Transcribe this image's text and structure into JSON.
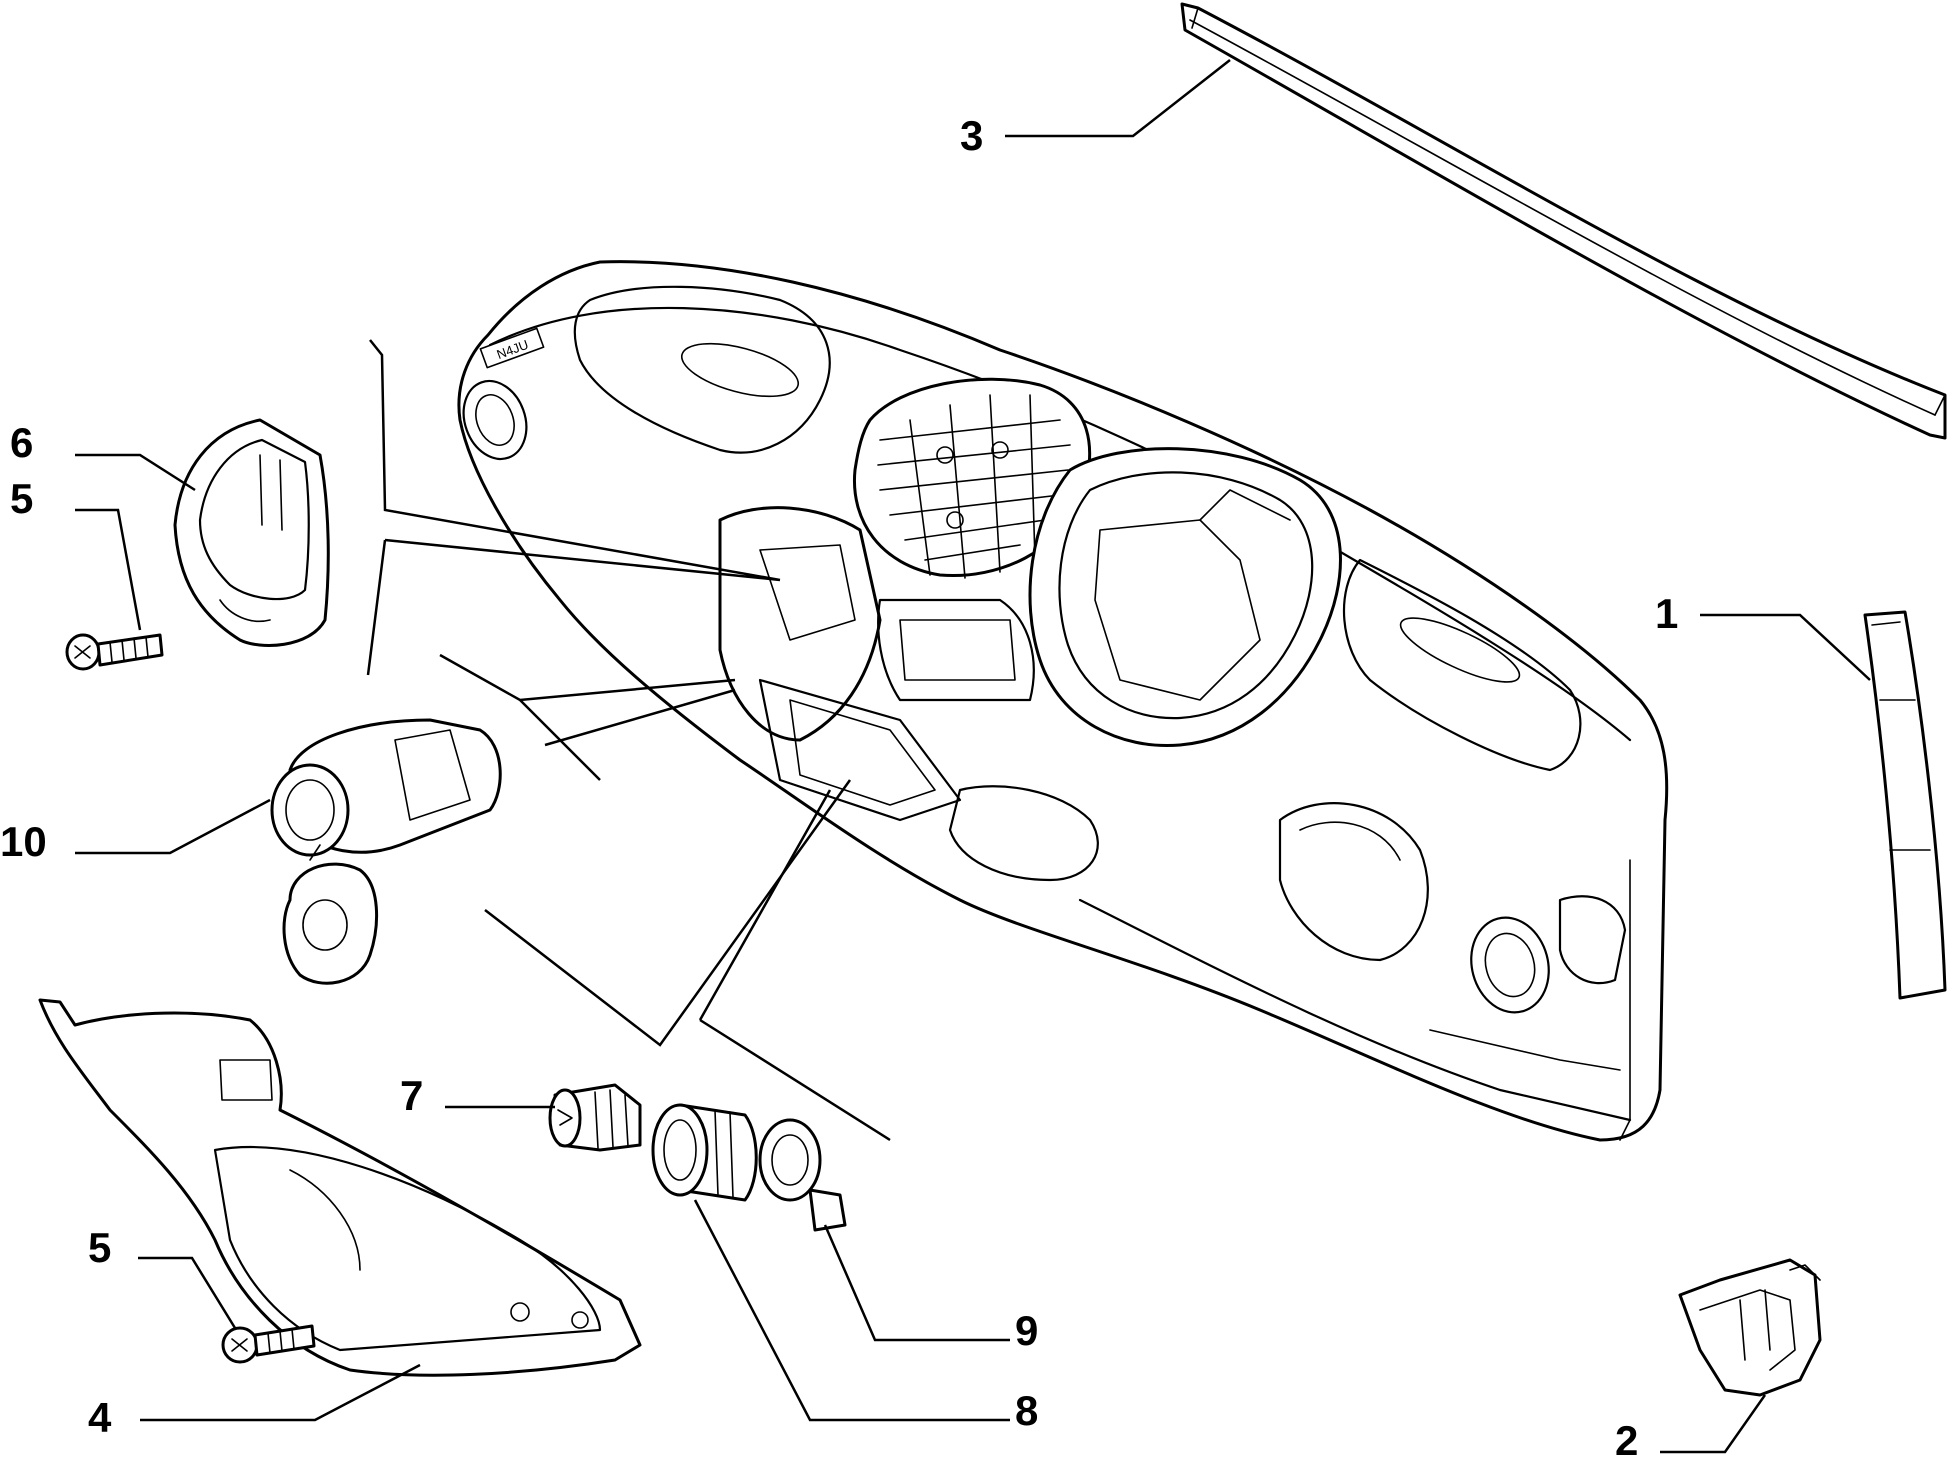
{
  "callouts": {
    "c1": "1",
    "c2": "2",
    "c3": "3",
    "c4": "4",
    "c5a": "5",
    "c5b": "5",
    "c6": "6",
    "c7": "7",
    "c8": "8",
    "c9": "9",
    "c10": "10"
  },
  "dashboard_emblem_text": "N4JU",
  "colors": {
    "line": "#000000",
    "background": "#ffffff"
  }
}
